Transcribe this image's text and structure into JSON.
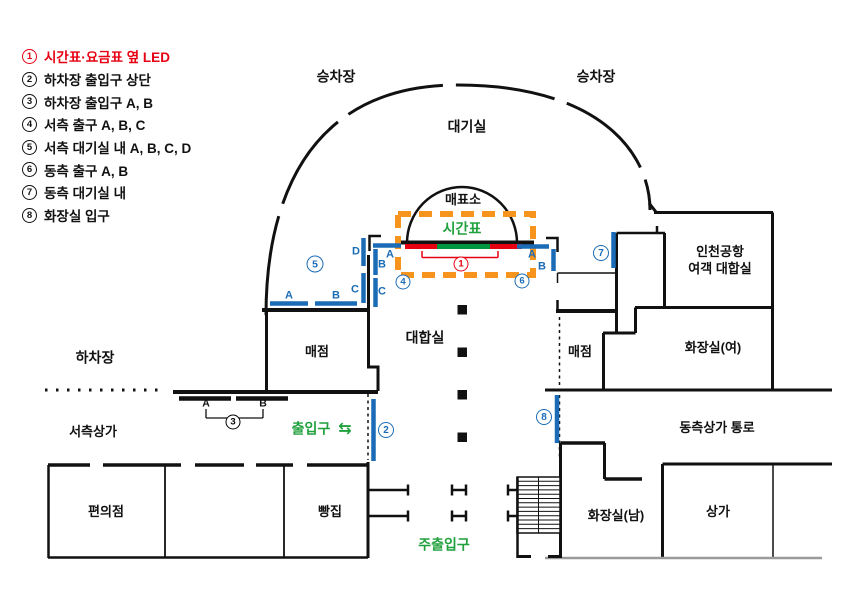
{
  "title": "터미널 평면도 (terminal floor plan with LED sign locations)",
  "colors": {
    "wall": "#111111",
    "accent_blue": "#1B6CB6",
    "accent_orange": "#F7941D",
    "accent_green_text": "#21A13D",
    "led_green": "#009640",
    "accent_red": "#E60012",
    "floor_gray": "#9A9A9A"
  },
  "legend": {
    "items": [
      {
        "num": "1",
        "label": "시간표·요금표 옆 LED",
        "highlight": true
      },
      {
        "num": "2",
        "label": "하차장 출입구 상단",
        "highlight": false
      },
      {
        "num": "3",
        "label": "하차장 출입구 A, B",
        "highlight": false
      },
      {
        "num": "4",
        "label": "서측 출구 A, B, C",
        "highlight": false
      },
      {
        "num": "5",
        "label": "서측 대기실 내 A, B, C, D",
        "highlight": false
      },
      {
        "num": "6",
        "label": "동측 출구 A, B",
        "highlight": false
      },
      {
        "num": "7",
        "label": "동측 대기실 내",
        "highlight": false
      },
      {
        "num": "8",
        "label": "화장실 입구",
        "highlight": false
      }
    ]
  },
  "map": {
    "labels": {
      "platform_left": "승차장",
      "platform_right": "승차장",
      "waiting_room": "대기실",
      "ticket_office": "매표소",
      "timetable": "시간표",
      "waiting_hall": "대합실",
      "snack_bar_west": "매점",
      "snack_bar_east": "매점",
      "incheon_line1": "인천공항",
      "incheon_line2": "여객 대합실",
      "restroom_women": "화장실(여)",
      "dropoff": "하차장",
      "west_shops": "서측상가",
      "entrance": "출입구",
      "entrance_arrows": "⇆",
      "east_shops_passage": "동측상가 통로",
      "convenience_store": "편의점",
      "bakery": "빵집",
      "restroom_men": "화장실(남)",
      "shops": "상가",
      "main_entrance": "주출입구"
    },
    "marks": {
      "a": "A",
      "b": "B",
      "c": "C",
      "d": "D"
    }
  }
}
